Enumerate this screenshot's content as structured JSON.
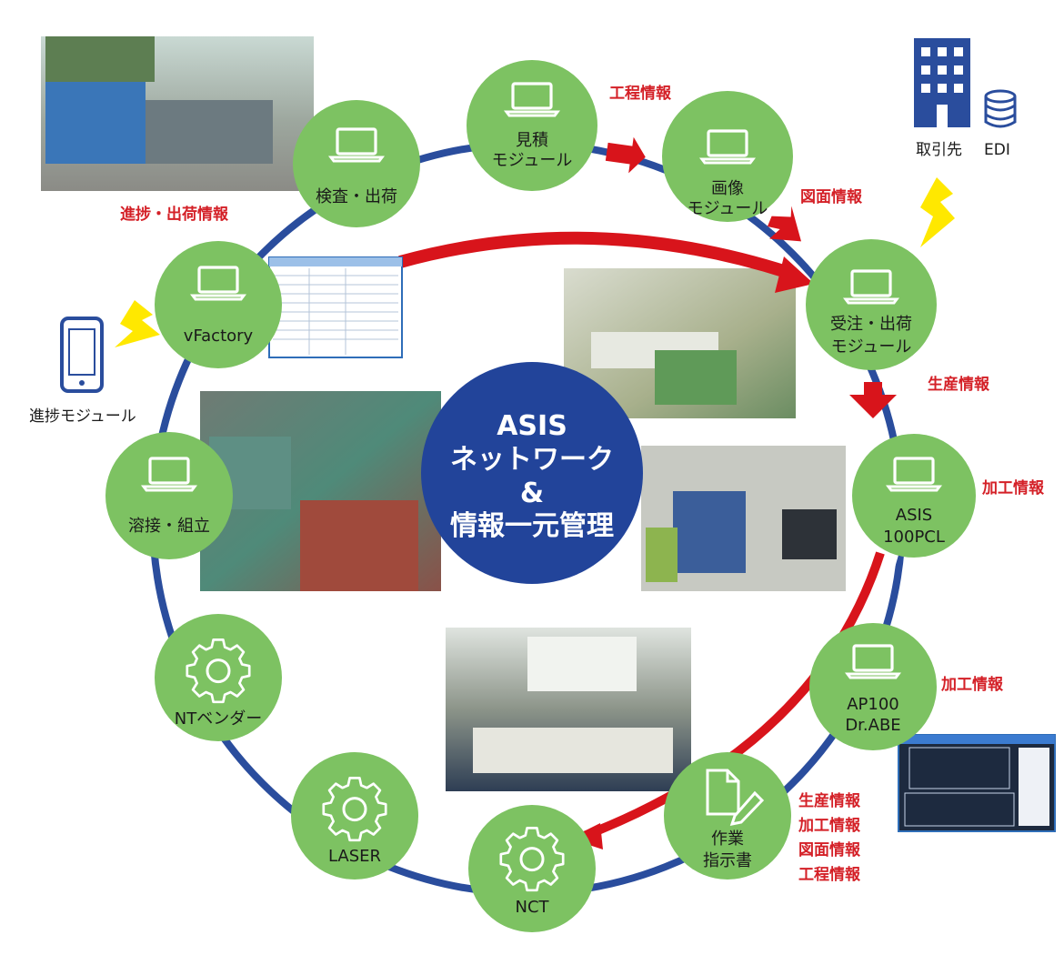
{
  "center": {
    "lines": [
      "ASIS",
      "ネットワーク",
      "&",
      "情報一元管理"
    ]
  },
  "nodes": {
    "mitsumori": [
      "見積",
      "モジュール"
    ],
    "gazou": [
      "画像",
      "モジュール"
    ],
    "juchu": [
      "受注・出荷",
      "モジュール"
    ],
    "asis100": [
      "ASIS",
      "100PCL"
    ],
    "ap100": [
      "AP100",
      "Dr.ABE"
    ],
    "sagyou": [
      "作業",
      "指示書"
    ],
    "nct": [
      "NCT"
    ],
    "laser": [
      "LASER"
    ],
    "ntbender": [
      "NTベンダー"
    ],
    "yousetsu": [
      "溶接・組立"
    ],
    "vfactory": [
      "vFactory"
    ],
    "kensa": [
      "検査・出荷"
    ]
  },
  "flow_labels": {
    "koutei": "工程情報",
    "zumen": "図面情報",
    "seisan": "生産情報",
    "kakou1": "加工情報",
    "kakou2": "加工情報",
    "shinchoku": "進捗・出荷情報",
    "bundle": [
      "生産情報",
      "加工情報",
      "図面情報",
      "工程情報"
    ]
  },
  "external": {
    "torihikisaki": "取引先",
    "edi": "EDI",
    "shinchoku_module": "進捗モジュール"
  },
  "colors": {
    "node_green": "#7dc262",
    "ring_blue": "#2a4d9d",
    "center_blue": "#22449a",
    "arrow_red": "#d8141b",
    "label_red": "#d42027",
    "bolt_yellow": "#ffe800"
  },
  "icons": {
    "laptop": "laptop-icon",
    "gear": "gear-icon",
    "document": "document-pen-icon",
    "building": "building-icon",
    "database": "database-icon",
    "phone": "smartphone-icon",
    "bolt": "lightning-bolt-icon"
  }
}
